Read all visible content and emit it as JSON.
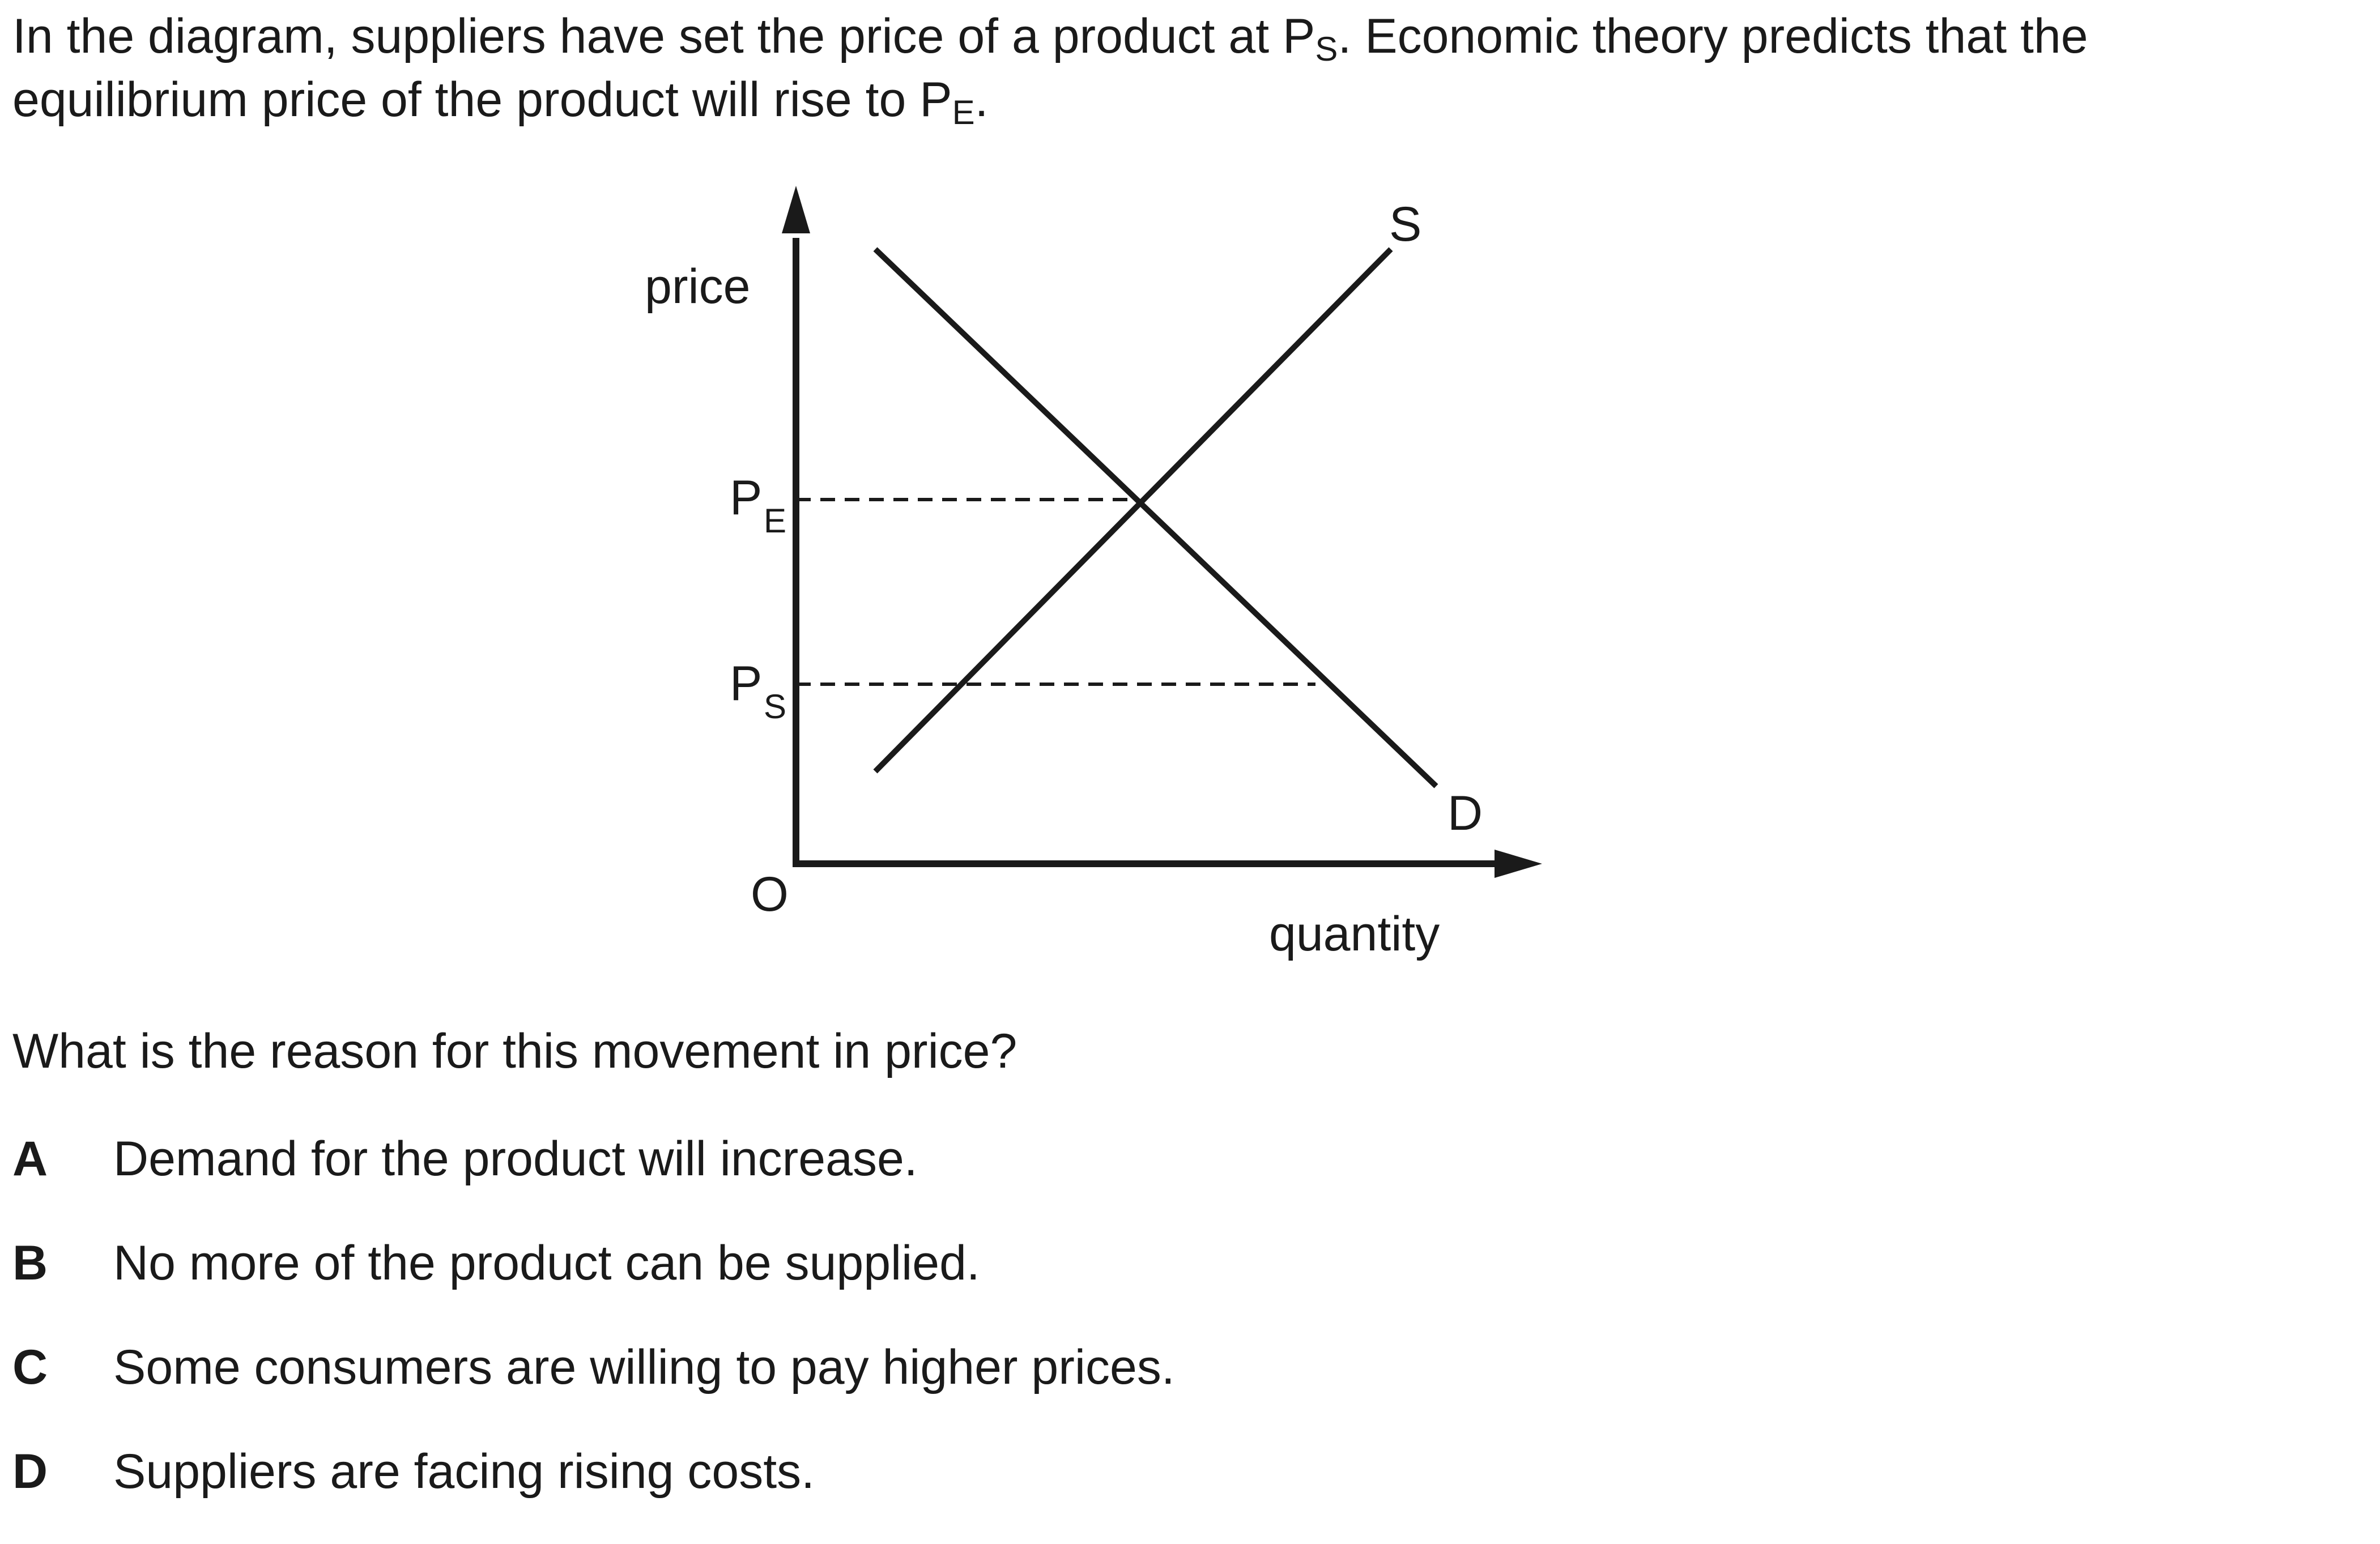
{
  "intro": {
    "part1": "In the diagram, suppliers have set the price of a product at P",
    "sub1": "S",
    "part2": ". Economic theory predicts that the",
    "part3": "equilibrium price of the product will rise to P",
    "sub2": "E",
    "part4": "."
  },
  "diagram": {
    "y_axis_label": "price",
    "x_axis_label": "quantity",
    "origin_label": "O",
    "pe_label": "P",
    "pe_sub": "E",
    "ps_label": "P",
    "ps_sub": "S",
    "supply_label": "S",
    "demand_label": "D"
  },
  "question": "What is the reason for this movement in price?",
  "options": [
    {
      "letter": "A",
      "text": "Demand for the product will increase."
    },
    {
      "letter": "B",
      "text": "No more of the product can be supplied."
    },
    {
      "letter": "C",
      "text": "Some consumers are willing to pay higher prices."
    },
    {
      "letter": "D",
      "text": "Suppliers are facing rising costs."
    }
  ]
}
